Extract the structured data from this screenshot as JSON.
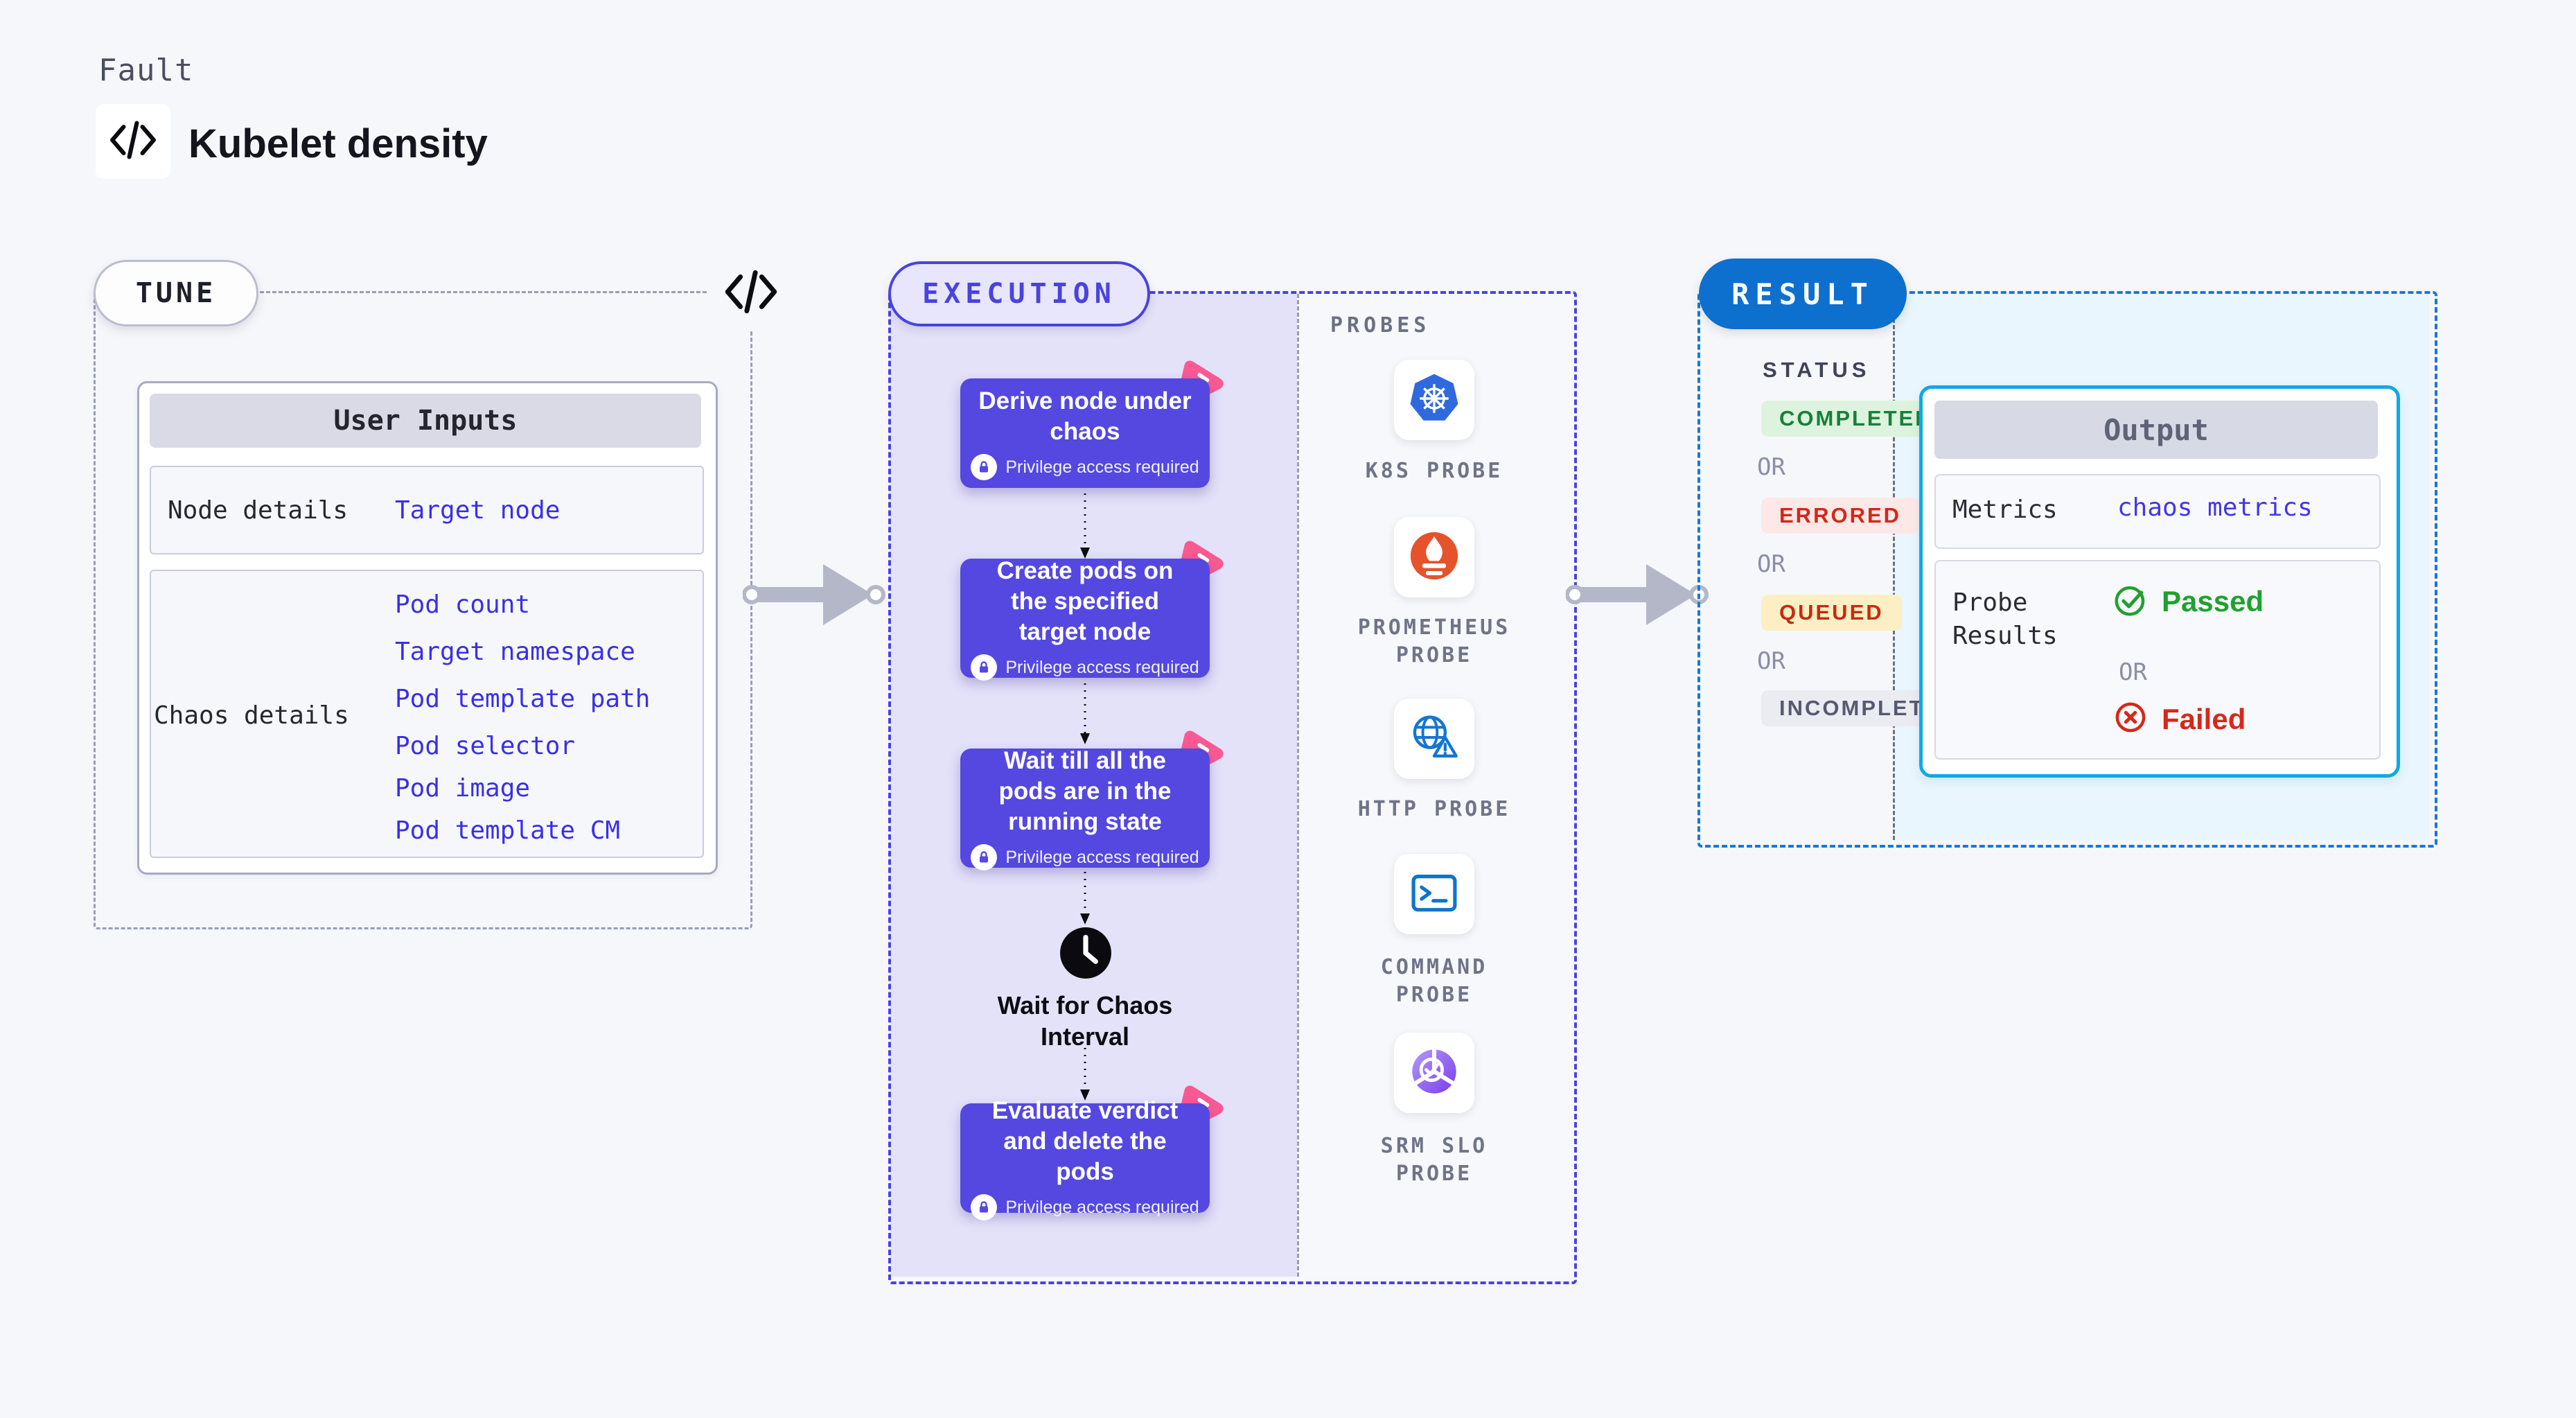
{
  "header": {
    "eyebrow": "Fault",
    "title": "Kubelet density"
  },
  "tune": {
    "label": "TUNE",
    "user_inputs": {
      "header": "User Inputs",
      "rows": [
        {
          "label": "Node details",
          "values": [
            "Target node"
          ]
        },
        {
          "label": "Chaos details",
          "values": [
            "Pod count",
            "Target namespace",
            "Pod template path",
            "Pod selector",
            "Pod image",
            "Pod template CM"
          ]
        }
      ]
    }
  },
  "execution": {
    "label": "EXECUTION",
    "privilege_note": "Privilege access required",
    "steps": [
      "Derive node under chaos",
      "Create pods on the specified target node",
      "Wait till all the pods are in the running state",
      "Evaluate verdict and delete the pods"
    ],
    "wait_label": "Wait for Chaos Interval"
  },
  "probes": {
    "label": "PROBES",
    "items": [
      {
        "label": "K8S PROBE",
        "icon": "kubernetes-icon"
      },
      {
        "label": "PROMETHEUS PROBE",
        "icon": "prometheus-icon"
      },
      {
        "label": "HTTP PROBE",
        "icon": "globe-alert-icon"
      },
      {
        "label": "COMMAND PROBE",
        "icon": "terminal-icon"
      },
      {
        "label": "SRM SLO PROBE",
        "icon": "slo-donut-icon"
      }
    ]
  },
  "result": {
    "label": "RESULT",
    "status": {
      "label": "STATUS",
      "or_label": "OR",
      "badges": [
        {
          "text": "COMPLETED",
          "kind": "completed"
        },
        {
          "text": "ERRORED",
          "kind": "errored"
        },
        {
          "text": "QUEUED",
          "kind": "queued"
        },
        {
          "text": "INCOMPLETED",
          "kind": "incompleted"
        }
      ]
    },
    "output": {
      "header": "Output",
      "metrics_label": "Metrics",
      "metrics_value": "chaos metrics",
      "probe_results_label": "Probe Results",
      "passed_label": "Passed",
      "or_label": "OR",
      "failed_label": "Failed"
    }
  },
  "colors": {
    "accent_indigo": "#5448e1",
    "execution_border": "#4a43dd",
    "link_blue": "#3a2fe6",
    "result_blue": "#0d70cf",
    "output_border": "#10a8e6",
    "green": "#1fa12e",
    "red": "#d6281b",
    "queued_text": "#c52b10",
    "pink": "#fa5a92",
    "arrow_gray": "#b4b7c7"
  }
}
